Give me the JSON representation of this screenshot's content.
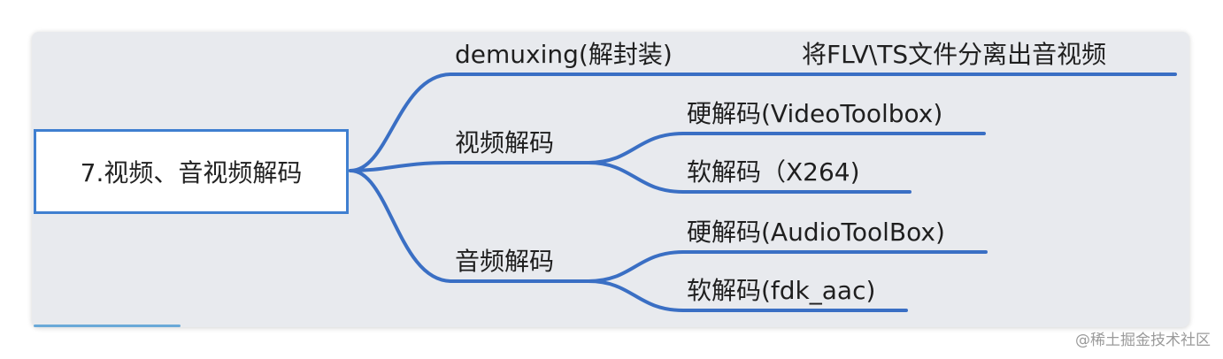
{
  "root": {
    "label": "7.视频、音视频解码"
  },
  "branches": [
    {
      "label": "demuxing(解封装)",
      "note": "将FLV\\TS文件分离出音视频",
      "children": []
    },
    {
      "label": "视频解码",
      "children": [
        {
          "label": "硬解码(VideoToolbox)"
        },
        {
          "label": "软解码（X264)"
        }
      ]
    },
    {
      "label": "音频解码",
      "children": [
        {
          "label": "硬解码(AudioToolBox)"
        },
        {
          "label": "软解码(fdk_aac)"
        }
      ]
    }
  ],
  "watermark": "@稀土掘金技术社区",
  "colors": {
    "line": "#3a6fc4",
    "root_border": "#3f7fd0",
    "card_background": "#e8eaee"
  }
}
